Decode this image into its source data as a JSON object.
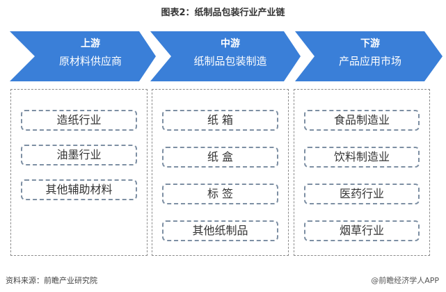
{
  "title": "图表2：纸制品包装行业产业链",
  "colors": {
    "arrow_fill": "#3a7fd8",
    "arrow_text": "#ffffff",
    "item_border": "#7d8fa3",
    "column_border": "#8a8a8a",
    "text": "#333333"
  },
  "stages": [
    {
      "stage": "上游",
      "name": "原材料供应商",
      "items": [
        "造纸行业",
        "油墨行业",
        "其他辅助材料"
      ]
    },
    {
      "stage": "中游",
      "name": "纸制品包装制造",
      "items": [
        "纸 箱",
        "纸 盒",
        "标 签",
        "其他纸制品"
      ]
    },
    {
      "stage": "下游",
      "name": "产品应用市场",
      "items": [
        "食品制造业",
        "饮料制造业",
        "医药行业",
        "烟草行业"
      ]
    }
  ],
  "footer": {
    "source": "资料来源：前瞻产业研究院",
    "credit": "@前瞻经济学人APP"
  }
}
